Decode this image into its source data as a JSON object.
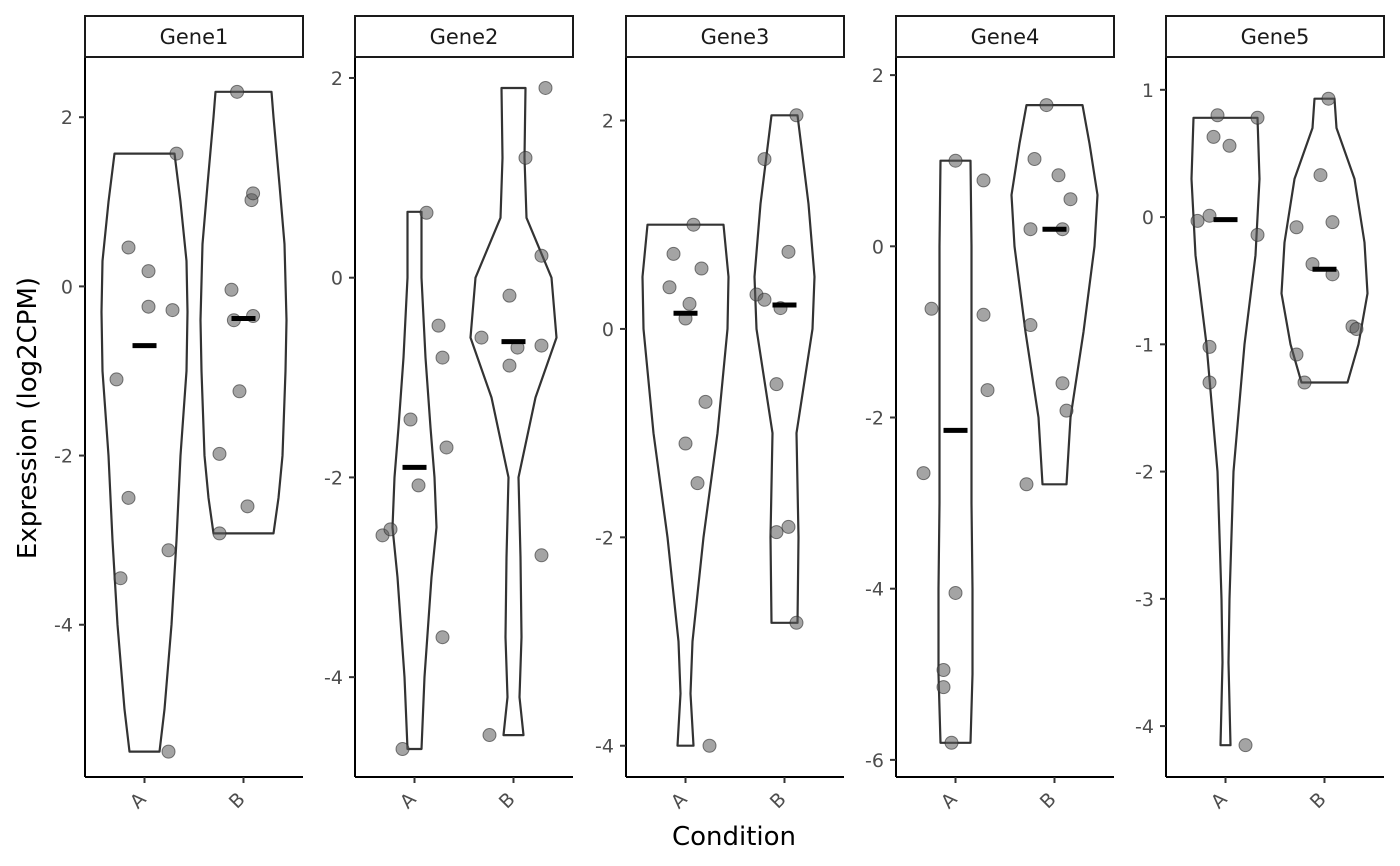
{
  "chart_data": {
    "type": "violin",
    "xlabel": "Condition",
    "ylabel": "Expression (log2CPM)",
    "categories": [
      "A",
      "B"
    ],
    "colors": {
      "violin_outline": "#333333",
      "point_fill": "#595959",
      "point_stroke": "#2b2b2b",
      "median_bar": "#000000"
    },
    "panels": [
      {
        "name": "Gene1",
        "ylim": [
          -5.8,
          2.7
        ],
        "yticks": [
          2,
          0,
          -2,
          -4
        ],
        "tick_labels": [
          "2",
          "0",
          "-2",
          "-4"
        ],
        "groups": [
          {
            "label": "A",
            "median": -0.7,
            "points": [
              [
                -0.35,
                -1.1
              ],
              [
                -0.3,
                -3.45
              ],
              [
                -0.2,
                0.46
              ],
              [
                -0.2,
                -2.5
              ],
              [
                0.05,
                0.18
              ],
              [
                0.05,
                -0.24
              ],
              [
                0.3,
                -3.12
              ],
              [
                0.3,
                -5.5
              ],
              [
                0.35,
                -0.28
              ],
              [
                0.4,
                1.57
              ]
            ],
            "violin": [
              [
                -5.5,
                0.15
              ],
              [
                -5.0,
                0.2
              ],
              [
                -4.0,
                0.27
              ],
              [
                -3.0,
                0.32
              ],
              [
                -2.0,
                0.36
              ],
              [
                -1.0,
                0.42
              ],
              [
                -0.3,
                0.43
              ],
              [
                0.3,
                0.42
              ],
              [
                1.0,
                0.36
              ],
              [
                1.57,
                0.3
              ]
            ]
          },
          {
            "label": "B",
            "median": -0.38,
            "points": [
              [
                -0.3,
                -1.98
              ],
              [
                -0.3,
                -2.92
              ],
              [
                -0.15,
                -0.04
              ],
              [
                -0.12,
                -0.4
              ],
              [
                -0.05,
                -1.24
              ],
              [
                0.05,
                -2.6
              ],
              [
                0.1,
                1.02
              ],
              [
                0.12,
                1.1
              ],
              [
                0.12,
                -0.35
              ],
              [
                -0.08,
                2.3
              ]
            ],
            "violin": [
              [
                -2.92,
                0.3
              ],
              [
                -2.5,
                0.35
              ],
              [
                -2.0,
                0.39
              ],
              [
                -1.0,
                0.42
              ],
              [
                -0.4,
                0.43
              ],
              [
                0.5,
                0.41
              ],
              [
                1.2,
                0.36
              ],
              [
                2.0,
                0.3
              ],
              [
                2.3,
                0.28
              ]
            ]
          }
        ]
      },
      {
        "name": "Gene2",
        "ylim": [
          -5.0,
          2.2
        ],
        "yticks": [
          2,
          0,
          -2,
          -4
        ],
        "tick_labels": [
          "2",
          "0",
          "-2",
          "-4"
        ],
        "groups": [
          {
            "label": "A",
            "median": -1.9,
            "points": [
              [
                -0.4,
                -2.58
              ],
              [
                -0.3,
                -2.52
              ],
              [
                -0.15,
                -4.72
              ],
              [
                -0.05,
                -1.42
              ],
              [
                0.05,
                -2.08
              ],
              [
                0.15,
                0.65
              ],
              [
                0.3,
                -0.48
              ],
              [
                0.35,
                -0.8
              ],
              [
                0.35,
                -3.6
              ],
              [
                0.4,
                -1.7
              ]
            ],
            "violin": [
              [
                -4.72,
                0.07
              ],
              [
                -4.0,
                0.1
              ],
              [
                -3.0,
                0.17
              ],
              [
                -2.5,
                0.22
              ],
              [
                -2.0,
                0.2
              ],
              [
                -1.5,
                0.16
              ],
              [
                -0.8,
                0.11
              ],
              [
                0.0,
                0.07
              ],
              [
                0.66,
                0.07
              ]
            ]
          },
          {
            "label": "B",
            "median": -0.64,
            "points": [
              [
                -0.4,
                -0.6
              ],
              [
                -0.3,
                -4.58
              ],
              [
                -0.05,
                -0.18
              ],
              [
                -0.05,
                -0.88
              ],
              [
                0.05,
                -0.7
              ],
              [
                0.15,
                1.2
              ],
              [
                0.35,
                -0.68
              ],
              [
                0.35,
                0.22
              ],
              [
                0.35,
                -2.78
              ],
              [
                0.4,
                1.9
              ]
            ],
            "violin": [
              [
                -4.58,
                0.1
              ],
              [
                -4.2,
                0.06
              ],
              [
                -3.6,
                0.08
              ],
              [
                -2.8,
                0.07
              ],
              [
                -2.0,
                0.05
              ],
              [
                -1.2,
                0.22
              ],
              [
                -0.6,
                0.43
              ],
              [
                0.0,
                0.38
              ],
              [
                0.6,
                0.13
              ],
              [
                1.2,
                0.11
              ],
              [
                1.9,
                0.12
              ]
            ]
          }
        ]
      },
      {
        "name": "Gene3",
        "ylim": [
          -4.3,
          2.6
        ],
        "yticks": [
          2,
          0,
          -2,
          -4
        ],
        "tick_labels": [
          "2",
          "0",
          "-2",
          "-4"
        ],
        "groups": [
          {
            "label": "A",
            "median": 0.15,
            "points": [
              [
                -0.2,
                0.4
              ],
              [
                -0.15,
                0.72
              ],
              [
                0.0,
                -1.1
              ],
              [
                0.0,
                0.1
              ],
              [
                0.05,
                0.24
              ],
              [
                0.1,
                1.0
              ],
              [
                0.15,
                -1.48
              ],
              [
                0.2,
                0.58
              ],
              [
                0.25,
                -0.7
              ],
              [
                0.3,
                -4.0
              ]
            ],
            "violin": [
              [
                -4.0,
                0.08
              ],
              [
                -3.5,
                0.05
              ],
              [
                -3.0,
                0.07
              ],
              [
                -2.0,
                0.18
              ],
              [
                -1.0,
                0.32
              ],
              [
                0.0,
                0.42
              ],
              [
                0.5,
                0.43
              ],
              [
                1.0,
                0.38
              ]
            ]
          },
          {
            "label": "B",
            "median": 0.23,
            "points": [
              [
                -0.35,
                0.33
              ],
              [
                -0.25,
                0.28
              ],
              [
                -0.25,
                1.63
              ],
              [
                -0.1,
                -1.95
              ],
              [
                -0.1,
                -0.53
              ],
              [
                -0.05,
                0.2
              ],
              [
                0.05,
                -1.9
              ],
              [
                0.05,
                0.74
              ],
              [
                0.15,
                2.05
              ],
              [
                0.15,
                -2.82
              ]
            ],
            "violin": [
              [
                -2.82,
                0.13
              ],
              [
                -2.0,
                0.14
              ],
              [
                -1.0,
                0.12
              ],
              [
                0.0,
                0.28
              ],
              [
                0.5,
                0.3
              ],
              [
                1.2,
                0.24
              ],
              [
                2.05,
                0.13
              ]
            ]
          }
        ]
      },
      {
        "name": "Gene4",
        "ylim": [
          -6.2,
          2.2
        ],
        "yticks": [
          2,
          0,
          -2,
          -4,
          -6
        ],
        "tick_labels": [
          "2",
          "0",
          "-2",
          "-4",
          "-6"
        ],
        "groups": [
          {
            "label": "A",
            "median": -2.15,
            "points": [
              [
                -0.4,
                -2.65
              ],
              [
                -0.3,
                -0.73
              ],
              [
                -0.15,
                -4.95
              ],
              [
                -0.15,
                -5.15
              ],
              [
                -0.05,
                -5.8
              ],
              [
                0.0,
                1.0
              ],
              [
                0.0,
                -4.05
              ],
              [
                0.35,
                -0.8
              ],
              [
                0.35,
                0.77
              ],
              [
                0.4,
                -1.68
              ]
            ],
            "violin": [
              [
                -5.8,
                0.15
              ],
              [
                -5.0,
                0.17
              ],
              [
                -4.0,
                0.17
              ],
              [
                -3.0,
                0.16
              ],
              [
                -2.0,
                0.16
              ],
              [
                -1.0,
                0.16
              ],
              [
                0.0,
                0.16
              ],
              [
                1.0,
                0.15
              ]
            ]
          },
          {
            "label": "B",
            "median": 0.2,
            "points": [
              [
                -0.35,
                -2.78
              ],
              [
                -0.3,
                -0.92
              ],
              [
                -0.3,
                0.2
              ],
              [
                -0.25,
                1.02
              ],
              [
                -0.1,
                1.65
              ],
              [
                0.05,
                0.83
              ],
              [
                0.1,
                0.2
              ],
              [
                0.1,
                -1.6
              ],
              [
                0.15,
                -1.92
              ],
              [
                0.2,
                0.55
              ]
            ],
            "violin": [
              [
                -2.78,
                0.12
              ],
              [
                -2.0,
                0.16
              ],
              [
                -1.0,
                0.29
              ],
              [
                0.0,
                0.4
              ],
              [
                0.6,
                0.43
              ],
              [
                1.2,
                0.35
              ],
              [
                1.65,
                0.28
              ]
            ]
          }
        ]
      },
      {
        "name": "Gene5",
        "ylim": [
          -4.4,
          1.25
        ],
        "yticks": [
          1,
          0,
          -1,
          -2,
          -3,
          -4
        ],
        "tick_labels": [
          "1",
          "0",
          "-1",
          "-2",
          "-3",
          "-4"
        ],
        "groups": [
          {
            "label": "A",
            "median": -0.02,
            "points": [
              [
                -0.35,
                -0.03
              ],
              [
                -0.2,
                0.01
              ],
              [
                -0.2,
                -1.02
              ],
              [
                -0.2,
                -1.3
              ],
              [
                -0.15,
                0.63
              ],
              [
                -0.1,
                0.8
              ],
              [
                0.05,
                0.56
              ],
              [
                0.25,
                -4.15
              ],
              [
                0.4,
                -0.14
              ],
              [
                0.4,
                0.78
              ]
            ],
            "violin": [
              [
                -4.15,
                0.05
              ],
              [
                -3.5,
                0.03
              ],
              [
                -3.0,
                0.04
              ],
              [
                -2.0,
                0.08
              ],
              [
                -1.0,
                0.19
              ],
              [
                -0.3,
                0.3
              ],
              [
                0.3,
                0.34
              ],
              [
                0.78,
                0.32
              ]
            ]
          },
          {
            "label": "B",
            "median": -0.41,
            "points": [
              [
                -0.35,
                -0.08
              ],
              [
                -0.35,
                -1.08
              ],
              [
                -0.25,
                -1.3
              ],
              [
                -0.15,
                -0.37
              ],
              [
                -0.05,
                0.33
              ],
              [
                0.05,
                0.93
              ],
              [
                0.1,
                -0.04
              ],
              [
                0.1,
                -0.45
              ],
              [
                0.35,
                -0.86
              ],
              [
                0.4,
                -0.88
              ]
            ],
            "violin": [
              [
                -1.3,
                0.23
              ],
              [
                -1.0,
                0.34
              ],
              [
                -0.6,
                0.43
              ],
              [
                -0.2,
                0.4
              ],
              [
                0.3,
                0.3
              ],
              [
                0.7,
                0.12
              ],
              [
                0.93,
                0.1
              ]
            ]
          }
        ]
      }
    ]
  }
}
